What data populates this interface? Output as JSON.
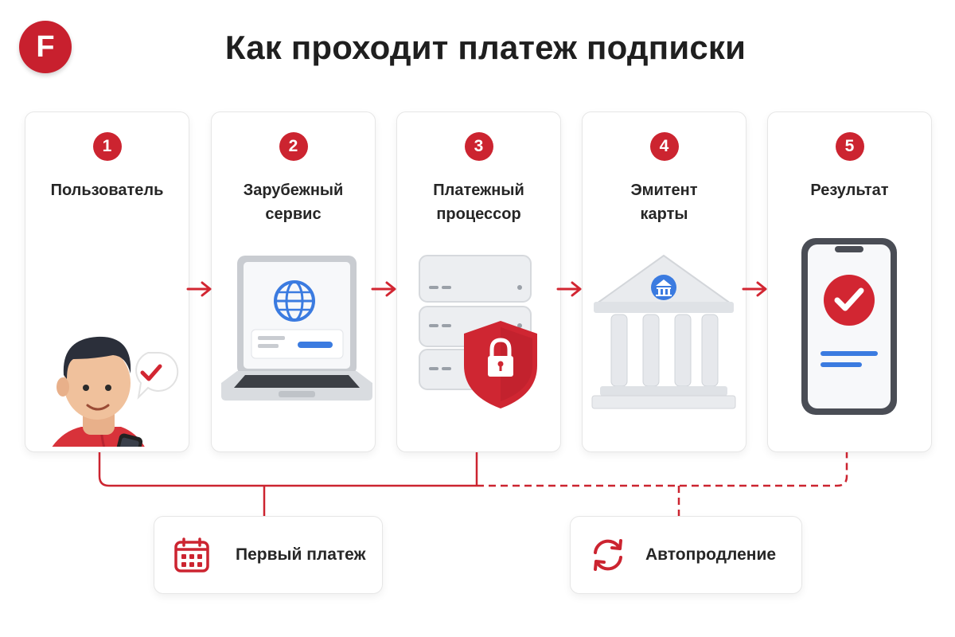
{
  "logo": {
    "letter": "F"
  },
  "title": "Как проходит платеж подписки",
  "steps": [
    {
      "number": "1",
      "label": "Пользователь",
      "icon": "user-with-phone-icon"
    },
    {
      "number": "2",
      "label": "Зарубежный\nсервис",
      "icon": "laptop-globe-icon"
    },
    {
      "number": "3",
      "label": "Платежный\nпроцессор",
      "icon": "server-shield-icon"
    },
    {
      "number": "4",
      "label": "Эмитент\nкарты",
      "icon": "bank-building-icon"
    },
    {
      "number": "5",
      "label": "Результат",
      "icon": "phone-check-icon"
    }
  ],
  "bottom": {
    "first_payment": {
      "label": "Первый платеж",
      "icon": "calendar-icon"
    },
    "autorenewal": {
      "label": "Автопродление",
      "icon": "refresh-icon"
    }
  },
  "colors": {
    "accent": "#cc2430",
    "blue": "#3b7be0",
    "card_border": "#e6e6e6"
  }
}
